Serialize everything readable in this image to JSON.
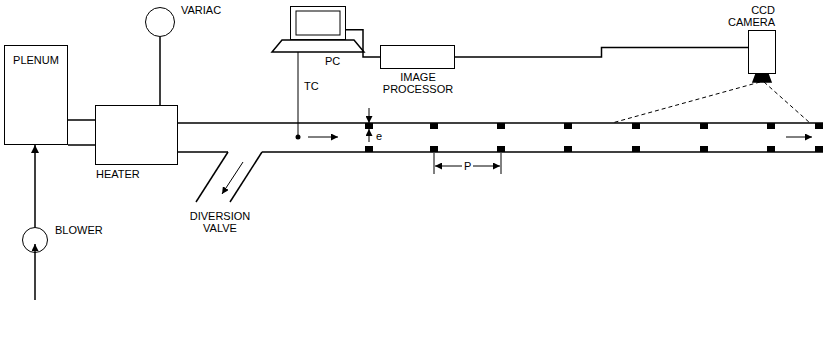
{
  "diagram": {
    "nodes": [
      {
        "text": [
          "PLENUM"
        ]
      },
      {
        "text": [
          "HEATER"
        ]
      },
      {
        "text": [
          "VARIAC"
        ]
      },
      {
        "text": [
          "PC"
        ]
      },
      {
        "text": [
          "IMAGE PROCESSOR"
        ]
      },
      {
        "text": [
          "CCD CAMERA"
        ]
      },
      {
        "text": [
          "BLOWER"
        ]
      }
    ],
    "edges": [
      {
        "from": 6,
        "to": 0,
        "arrow": "to"
      },
      {
        "from": 0,
        "to": 1,
        "arrow": "none"
      },
      {
        "from": 2,
        "to": 1,
        "arrow": "none"
      },
      {
        "from": 3,
        "to": 4,
        "arrow": "none"
      },
      {
        "from": 4,
        "to": 5,
        "arrow": "none"
      }
    ],
    "labels": [
      "TC",
      "DIVERSION VALVE",
      "e",
      "P"
    ]
  }
}
